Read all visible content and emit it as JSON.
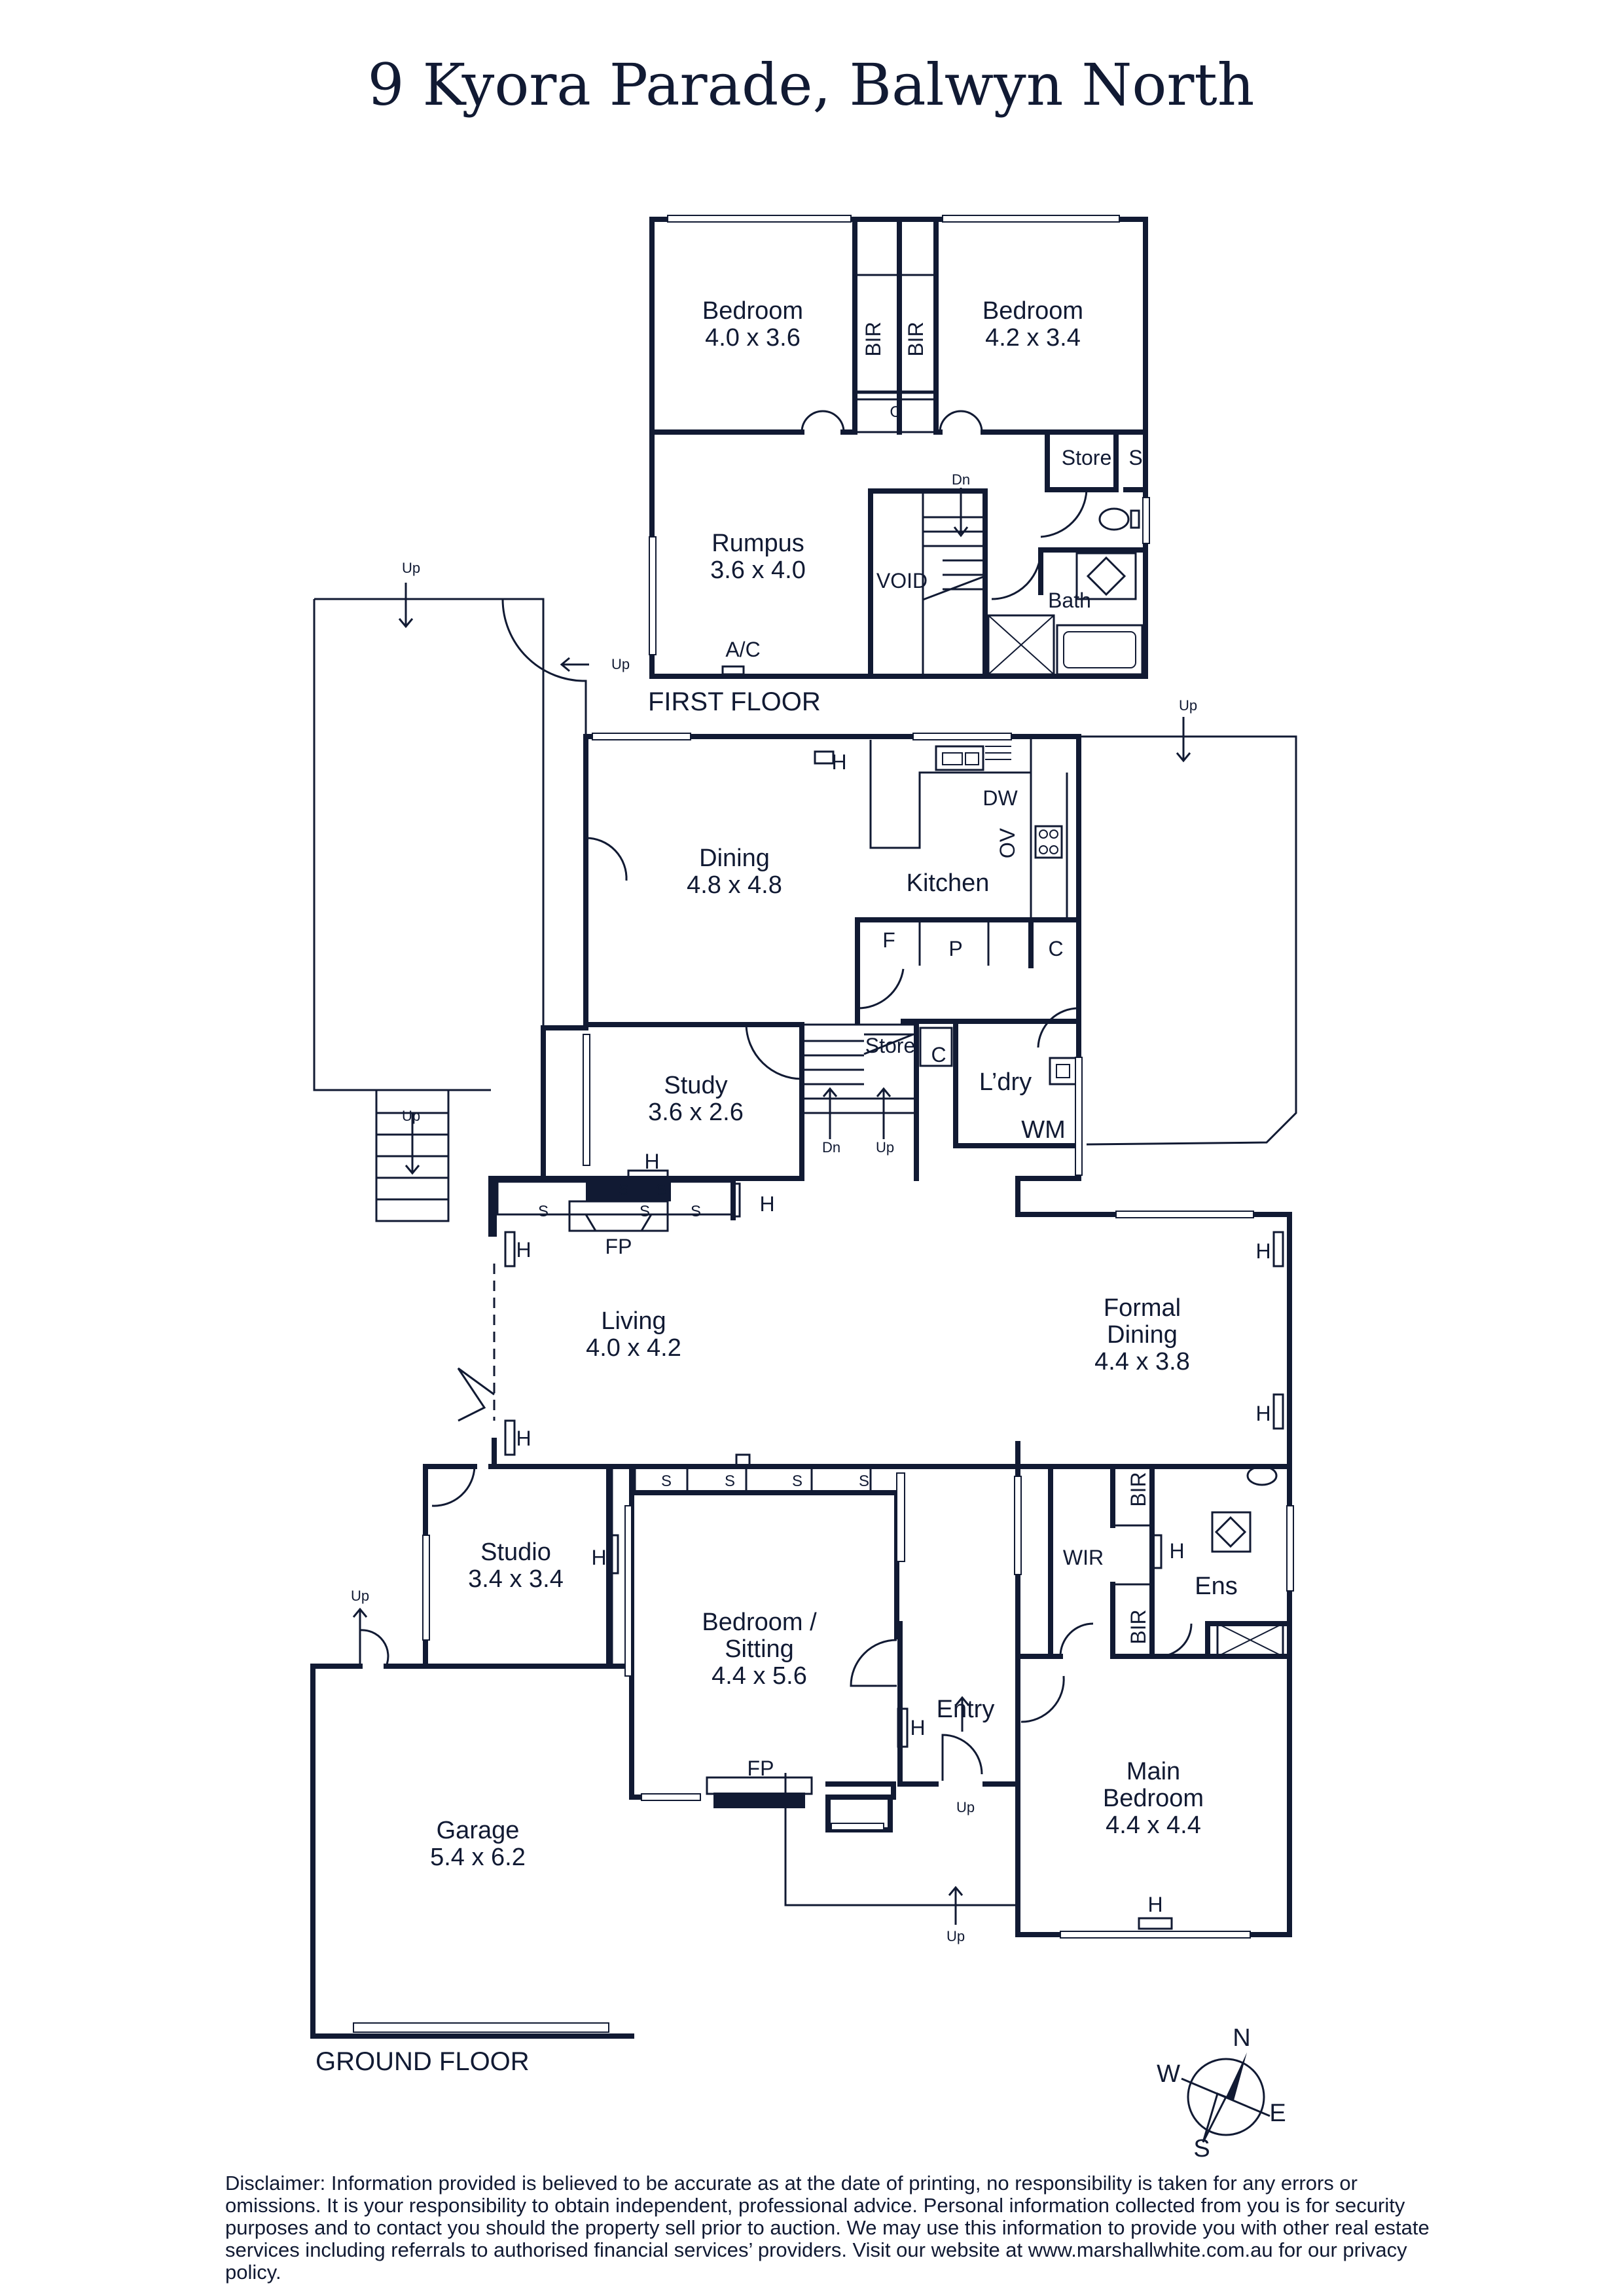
{
  "title": "9 Kyora Parade, Balwyn North",
  "floors": {
    "first": "FIRST FLOOR",
    "ground": "GROUND FLOOR"
  },
  "rooms": {
    "bedroom_left": {
      "name": "Bedroom",
      "size": "4.0 x 3.6"
    },
    "bedroom_right": {
      "name": "Bedroom",
      "size": "4.2 x 3.4"
    },
    "rumpus": {
      "name": "Rumpus",
      "size": "3.6 x 4.0"
    },
    "dining": {
      "name": "Dining",
      "size": "4.8 x 4.8"
    },
    "kitchen": {
      "name": "Kitchen"
    },
    "study": {
      "name": "Study",
      "size": "3.6 x 2.6"
    },
    "laundry": {
      "name": "L’dry"
    },
    "living": {
      "name": "Living",
      "size": "4.0 x 4.2"
    },
    "formal_dining": {
      "name_line1": "Formal",
      "name_line2": "Dining",
      "size": "4.4 x 3.8"
    },
    "studio": {
      "name": "Studio",
      "size": "3.4 x 3.4"
    },
    "bedroom_sitting": {
      "name_line1": "Bedroom /",
      "name_line2": "Sitting",
      "size": "4.4 x 5.6"
    },
    "entry": {
      "name": "Entry"
    },
    "main_bedroom": {
      "name_line1": "Main",
      "name_line2": "Bedroom",
      "size": "4.4 x 4.4"
    },
    "garage": {
      "name": "Garage",
      "size": "5.4 x 6.2"
    },
    "ensuite": {
      "name": "Ens"
    },
    "bath": {
      "name": "Bath"
    }
  },
  "labels": {
    "bir": "BIR",
    "c": "C",
    "store": "Store",
    "s": "S",
    "dn": "Dn",
    "up": "Up",
    "void": "VOID",
    "ac": "A/C",
    "h": "H",
    "dw": "DW",
    "ov": "OV",
    "f": "F",
    "p": "P",
    "wm": "WM",
    "fp": "FP",
    "wir": "WIR"
  },
  "compass": {
    "n": "N",
    "e": "E",
    "s": "S",
    "w": "W"
  },
  "disclaimer": "Disclaimer: Information provided is believed to be accurate as at the date of printing, no responsibility is taken for any errors or omissions. It is your responsibility to obtain independent, professional advice. Personal information collected from you is for security purposes and to contact you should the property sell prior to auction. We may use this information to provide you with other real estate services including referrals to authorised financial services’ providers. Visit our website at www.marshallwhite.com.au for our privacy policy.",
  "colors": {
    "ink": "#111a33",
    "background": "#ffffff"
  }
}
